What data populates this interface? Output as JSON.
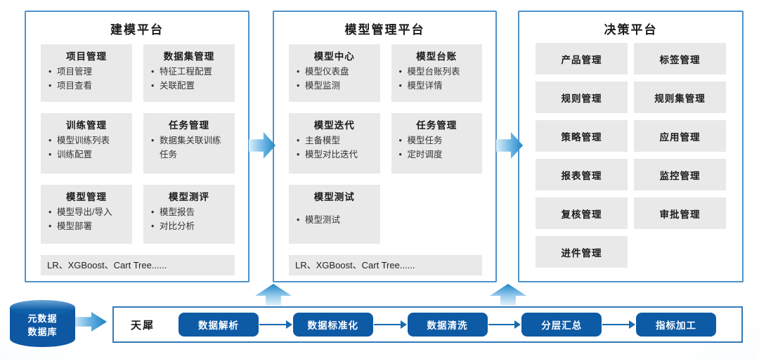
{
  "colors": {
    "panel_border": "#4f92cb",
    "pipeline_border": "#3579b8",
    "module_box_gray": "#e9e9e9",
    "pill_blue": "#0d5aa5",
    "arrow_gradient_light": "#ddeffa",
    "arrow_gradient_dark": "#1e86c8",
    "text_dark": "#1a1a1a"
  },
  "panels": [
    {
      "title": "建模平台",
      "boxes": [
        {
          "title": "项目管理",
          "items": [
            "项目管理",
            "项目查看"
          ]
        },
        {
          "title": "数据集管理",
          "items": [
            "特征工程配置",
            "关联配置"
          ]
        },
        {
          "title": "训练管理",
          "items": [
            "模型训练列表",
            "训练配置"
          ]
        },
        {
          "title": "任务管理",
          "items": [
            "数据集关联训练任务"
          ]
        },
        {
          "title": "模型管理",
          "items": [
            "模型导出/导入",
            "模型部署"
          ]
        },
        {
          "title": "模型测评",
          "items": [
            "模型报告",
            "对比分析"
          ]
        }
      ],
      "footer": "LR、XGBoost、Cart Tree......"
    },
    {
      "title": "模型管理平台",
      "boxes": [
        {
          "title": "模型中心",
          "items": [
            "模型仪表盘",
            "模型监测"
          ]
        },
        {
          "title": "模型台账",
          "items": [
            "模型台账列表",
            "模型详情"
          ]
        },
        {
          "title": "模型迭代",
          "items": [
            "主备模型",
            "模型对比迭代"
          ]
        },
        {
          "title": "任务管理",
          "items": [
            "模型任务",
            "定时调度"
          ]
        },
        {
          "title": "模型测试",
          "items": [
            "模型测试"
          ]
        }
      ],
      "footer": "LR、XGBoost、Cart Tree......"
    },
    {
      "title": "决策平台",
      "modules": [
        "产品管理",
        "标签管理",
        "规则管理",
        "规则集管理",
        "策略管理",
        "应用管理",
        "报表管理",
        "监控管理",
        "复核管理",
        "审批管理",
        "进件管理"
      ]
    }
  ],
  "pipeline": {
    "source": {
      "line1": "元数据",
      "line2": "数据库"
    },
    "label": "天犀",
    "steps": [
      "数据解析",
      "数据标准化",
      "数据清洗",
      "分层汇总",
      "指标加工"
    ]
  }
}
